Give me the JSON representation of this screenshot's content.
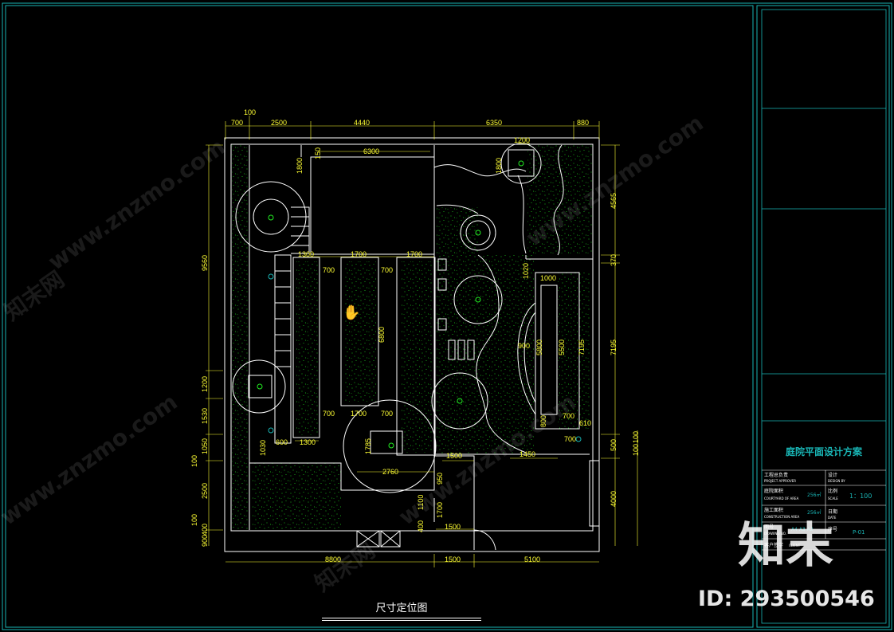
{
  "drawing_title": "尺寸定位图",
  "titleblock": {
    "project_title": "庭院平面设计方案",
    "rows": [
      {
        "left_cn": "工程总负责",
        "left_en": "PROJECT APPROVER",
        "left_val": "",
        "right_cn": "设计",
        "right_en": "DESIGN BY",
        "right_val": ""
      },
      {
        "left_cn": "庭院面积",
        "left_en": "COURTYARD OF AREA",
        "left_val": "256㎡",
        "right_cn": "比例",
        "right_en": "SCALE",
        "right_val": "1：100"
      },
      {
        "left_cn": "施工面积",
        "left_en": "CONSTRUCTION AREA",
        "left_val": "256㎡",
        "right_cn": "日期",
        "right_en": "DATE",
        "right_val": ""
      },
      {
        "left_cn": "图号",
        "left_en": "DRAWING NO.",
        "left_val": "A4 A3 A2",
        "right_cn": "序号",
        "right_en": "",
        "right_val": "P-01"
      },
      {
        "left_cn": "客户签字",
        "left_en": "CLIENT",
        "left_val": "",
        "right_cn": "",
        "right_en": "",
        "right_val": ""
      }
    ]
  },
  "dimensions": {
    "top": [
      "100",
      "700",
      "2500",
      "4440",
      "6350",
      "880"
    ],
    "bottom": [
      "8800",
      "1500",
      "5100"
    ],
    "left": [
      "9560",
      "1200",
      "1530",
      "1050",
      "100",
      "2500",
      "100",
      "400",
      "900"
    ],
    "right": [
      "4565",
      "370",
      "7195",
      "500",
      "100",
      "100",
      "4000"
    ],
    "inner": [
      "6300",
      "1800",
      "150",
      "1200",
      "1800",
      "1300",
      "1700",
      "1700",
      "700",
      "700",
      "6800",
      "1000",
      "1020",
      "5800",
      "5500",
      "7195",
      "900",
      "700",
      "1700",
      "700",
      "700",
      "800",
      "700",
      "610",
      "600",
      "1300",
      "1030",
      "1785",
      "2760",
      "1500",
      "1450",
      "950",
      "1700",
      "1100",
      "400",
      "1500"
    ]
  },
  "watermarks": {
    "site": "www.znzmo.com",
    "brand": "知末网",
    "logo": "知末",
    "id": "ID: 293500546"
  },
  "colors": {
    "background": "#000000",
    "frame": "#19b5b5",
    "walls": "#ffffff",
    "dimensions": "#ffff33",
    "planting": "#22ee22",
    "title_text": "#19b5b5"
  }
}
